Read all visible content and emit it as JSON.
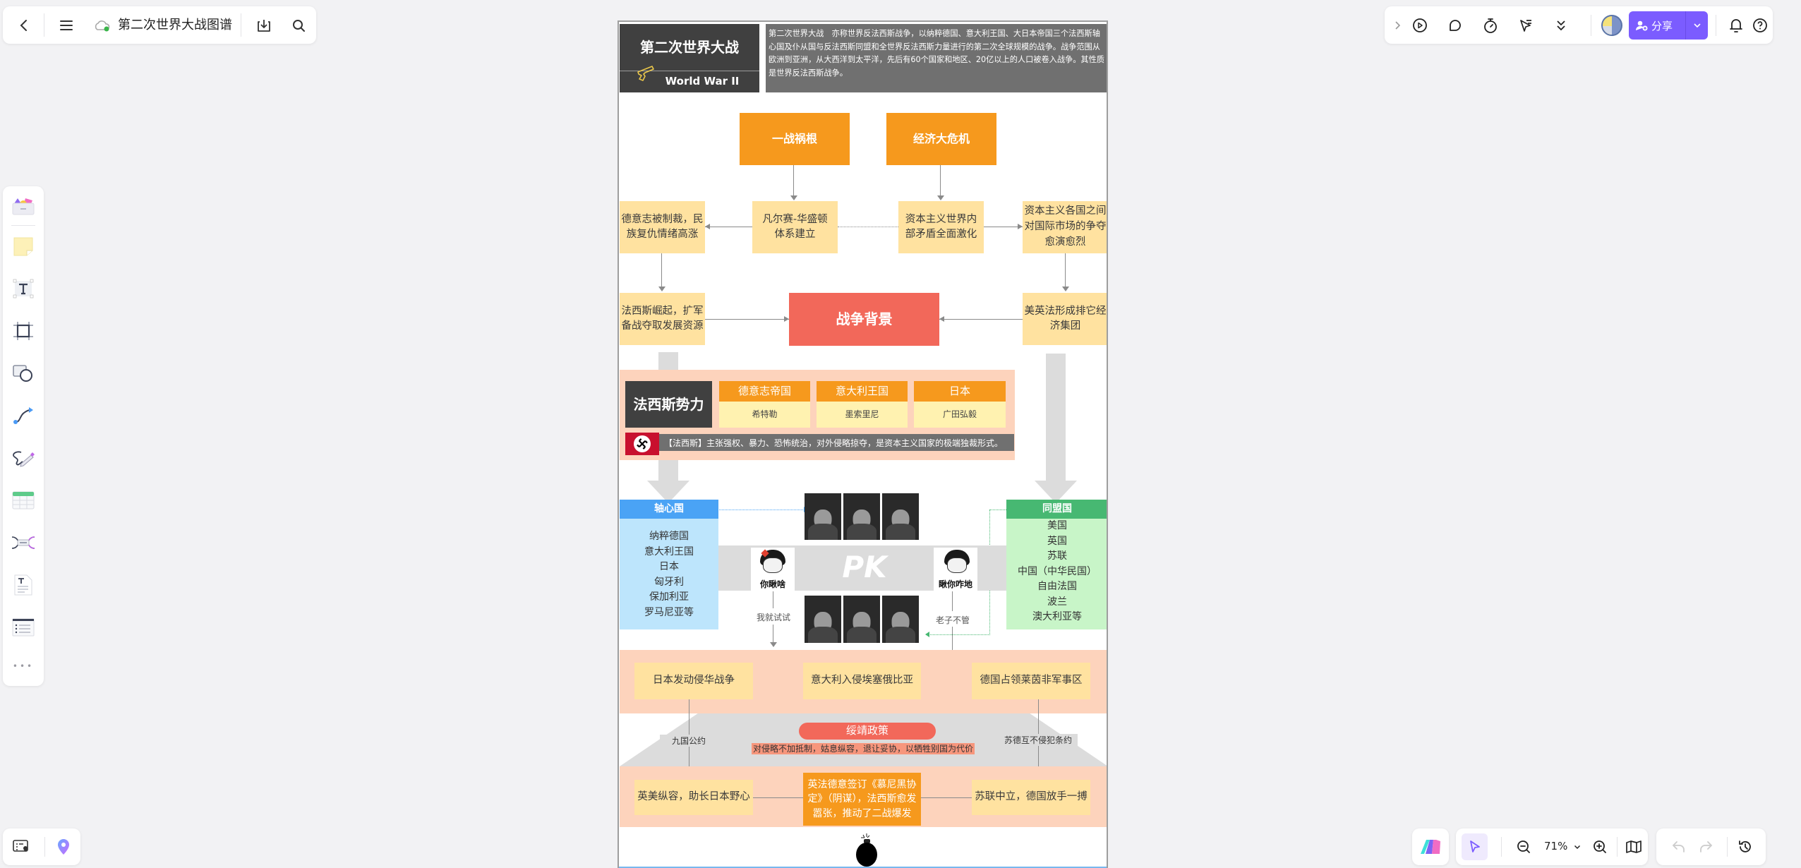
{
  "topbar_left": {
    "doc_title": "第二次世界大战图谱",
    "back_icon": "chevron-left-icon",
    "menu_icon": "hamburger-icon",
    "cloud_icon": "cloud-saved-icon",
    "download_icon": "download-icon",
    "search_icon": "search-icon"
  },
  "topbar_right": {
    "expand_icon": "chevron-right-icon",
    "present_icon": "play-icon",
    "comment_icon": "comment-icon",
    "timer_icon": "timer-icon",
    "cursor_icon": "follow-cursor-icon",
    "more_icon": "double-chevron-down-icon",
    "share_label": "分享",
    "share_icon": "add-user-icon",
    "share_dropdown_icon": "chevron-down-icon",
    "bell_icon": "bell-icon",
    "help_icon": "help-icon",
    "accent_color": "#7b5cff"
  },
  "left_toolbar": {
    "items": [
      {
        "name": "templates",
        "icon": "template-icon"
      },
      {
        "name": "sticky-note",
        "icon": "sticky-note-icon"
      },
      {
        "name": "text",
        "icon": "text-icon",
        "glyph": "T"
      },
      {
        "name": "frame",
        "icon": "frame-icon"
      },
      {
        "name": "shapes",
        "icon": "shapes-icon"
      },
      {
        "name": "connector",
        "icon": "connector-icon"
      },
      {
        "name": "pen",
        "icon": "pen-icon"
      },
      {
        "name": "table",
        "icon": "table-icon"
      },
      {
        "name": "mindmap",
        "icon": "mindmap-icon"
      },
      {
        "name": "document",
        "icon": "document-icon"
      },
      {
        "name": "list",
        "icon": "list-icon"
      },
      {
        "name": "more",
        "icon": "more-icon",
        "glyph": "•••"
      }
    ]
  },
  "bottom_left": {
    "outline_icon": "outline-locate-icon",
    "location_icon": "location-pin-icon"
  },
  "bottom_right": {
    "logo_icon": "app-logo-icon",
    "select_icon": "pointer-icon",
    "zoom_out_icon": "zoom-out-icon",
    "zoom_level": "71%",
    "zoom_dropdown_icon": "chevron-down-icon",
    "zoom_in_icon": "zoom-in-icon",
    "map_icon": "minimap-icon",
    "undo_icon": "undo-icon",
    "redo_icon": "redo-icon",
    "history_icon": "history-icon"
  },
  "diagram": {
    "header": {
      "title_cn": "第二次世界大战",
      "title_en": "World War II",
      "description": "第二次世界大战　亦称世界反法西斯战争，以纳粹德国、意大利王国、大日本帝国三个法西斯轴心国及仆从国与反法西斯同盟和全世界反法西斯力量进行的第二次全球规模的战争。战争范围从欧洲到亚洲，从大西洋到太平洋，先后有60个国家和地区、20亿以上的人口被卷入战争。其性质是世界反法西斯战争。"
    },
    "causes": {
      "root1": "一战祸根",
      "root2": "经济大危机",
      "versailles": "凡尔赛-华盛顿体系建立",
      "contradiction": "资本主义世界内部矛盾全面激化",
      "germany_sanctioned": "德意志被制裁，民族复仇情绪高涨",
      "market_competition": "资本主义各国之间对国际市场的争夺愈演愈烈",
      "fascism_rise": "法西斯崛起，扩军备战夺取发展资源",
      "economic_blocs": "美英法形成排它经济集团",
      "center": "战争背景"
    },
    "fascist": {
      "title": "法西斯势力",
      "countries": [
        {
          "name": "德意志帝国",
          "leader": "希特勒"
        },
        {
          "name": "意大利王国",
          "leader": "墨索里尼"
        },
        {
          "name": "日本",
          "leader": "广田弘毅"
        }
      ],
      "definition": "【法西斯】主张强权、暴力、恐怖统治，对外侵略掠夺，是资本主义国家的极端独裁形式。"
    },
    "axis": {
      "title": "轴心国",
      "members": [
        "纳粹德国",
        "意大利王国",
        "日本",
        "匈牙利",
        "保加利亚",
        "罗马尼亚等"
      ],
      "color": "#4aa3f5"
    },
    "allies": {
      "title": "同盟国",
      "members": [
        "美国",
        "英国",
        "苏联",
        "中国（中华民国）",
        "自由法国",
        "波兰",
        "澳大利亚等"
      ],
      "color": "#47b872"
    },
    "pk": {
      "label": "PK",
      "meme_left": "你瞅啥",
      "meme_right": "瞅你咋地",
      "caption_left": "我就试试",
      "caption_right": "老子不管"
    },
    "events": {
      "e1": "日本发动侵华战争",
      "e2": "意大利入侵埃塞俄比亚",
      "e3": "德国占领莱茵非军事区",
      "policy": "绥靖政策",
      "policy_desc": "对侵略不加抵制，姑息纵容，退让妥协，以牺牲别国为代价",
      "treaty_left": "九国公约",
      "treaty_right": "苏德互不侵犯条约",
      "r1": "英美纵容，助长日本野心",
      "r2": "英法德意签订《慕尼黑协定》（阴谋），法西斯愈发嚣张，推动了二战爆发",
      "r3": "苏联中立，德国放手一搏"
    }
  }
}
